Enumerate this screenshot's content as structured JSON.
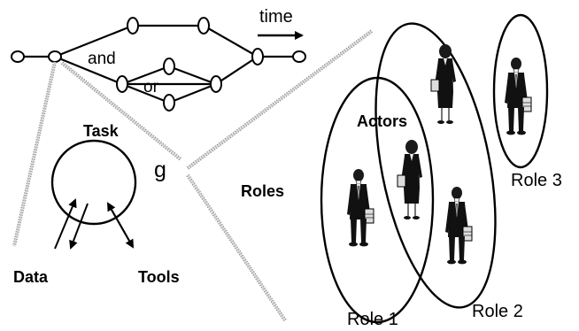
{
  "workflow": {
    "time_label": "time",
    "and_label": "and",
    "or_label": "or"
  },
  "task": {
    "title": "Task",
    "symbol": "g",
    "data_label": "Data",
    "tools_label": "Tools"
  },
  "organization": {
    "roles_label": "Roles",
    "actors_label": "Actors",
    "role1_label": "Role 1",
    "role2_label": "Role 2",
    "role3_label": "Role 3"
  }
}
